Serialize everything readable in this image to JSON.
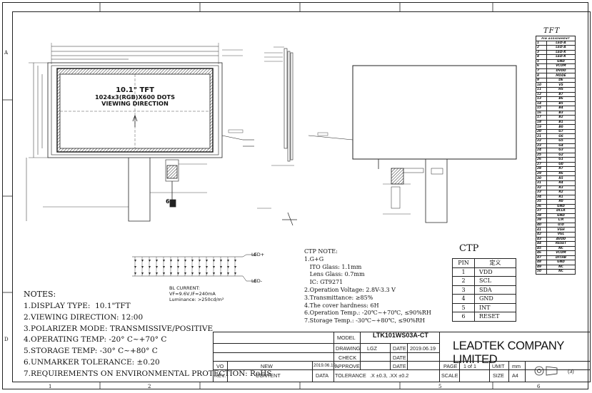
{
  "zones": {
    "left": [
      "A",
      "D"
    ],
    "bottom": [
      "1",
      "2",
      "5",
      "6"
    ]
  },
  "tft": {
    "title": "TFT",
    "header": "PIN ASSIGNMENT",
    "pins": [
      {
        "n": "1",
        "s": "LED-A"
      },
      {
        "n": "2",
        "s": "LED-A"
      },
      {
        "n": "3",
        "s": "LED-K"
      },
      {
        "n": "4",
        "s": "LED-K"
      },
      {
        "n": "5",
        "s": "GND"
      },
      {
        "n": "6",
        "s": "VCOM"
      },
      {
        "n": "7",
        "s": "DVDD"
      },
      {
        "n": "8",
        "s": "MODE"
      },
      {
        "n": "9",
        "s": "DE"
      },
      {
        "n": "10",
        "s": "VS"
      },
      {
        "n": "11",
        "s": "HS"
      },
      {
        "n": "12",
        "s": "B7"
      },
      {
        "n": "13",
        "s": "B6"
      },
      {
        "n": "14",
        "s": "B5"
      },
      {
        "n": "15",
        "s": "B4"
      },
      {
        "n": "16",
        "s": "B3"
      },
      {
        "n": "17",
        "s": "B2"
      },
      {
        "n": "18",
        "s": "B1"
      },
      {
        "n": "19",
        "s": "B0"
      },
      {
        "n": "20",
        "s": "G7"
      },
      {
        "n": "21",
        "s": "G6"
      },
      {
        "n": "22",
        "s": "G5"
      },
      {
        "n": "23",
        "s": "G4"
      },
      {
        "n": "24",
        "s": "G3"
      },
      {
        "n": "25",
        "s": "G2"
      },
      {
        "n": "26",
        "s": "G1"
      },
      {
        "n": "27",
        "s": "G0"
      },
      {
        "n": "28",
        "s": "R7"
      },
      {
        "n": "29",
        "s": "R6"
      },
      {
        "n": "30",
        "s": "R5"
      },
      {
        "n": "31",
        "s": "R4"
      },
      {
        "n": "32",
        "s": "R3"
      },
      {
        "n": "33",
        "s": "R2"
      },
      {
        "n": "34",
        "s": "R1"
      },
      {
        "n": "35",
        "s": "R0"
      },
      {
        "n": "36",
        "s": "GND"
      },
      {
        "n": "37",
        "s": "DCLK"
      },
      {
        "n": "38",
        "s": "GND"
      },
      {
        "n": "39",
        "s": "L/R"
      },
      {
        "n": "40",
        "s": "U/D"
      },
      {
        "n": "41",
        "s": "VGH"
      },
      {
        "n": "42",
        "s": "VGL"
      },
      {
        "n": "43",
        "s": "AVDD"
      },
      {
        "n": "44",
        "s": "RESET"
      },
      {
        "n": "45",
        "s": "NC"
      },
      {
        "n": "46",
        "s": "VCOM"
      },
      {
        "n": "47",
        "s": "DITHB"
      },
      {
        "n": "48",
        "s": "GND"
      },
      {
        "n": "49",
        "s": "NC"
      },
      {
        "n": "50",
        "s": "NC"
      }
    ]
  },
  "ctp": {
    "title": "CTP",
    "head_pin": "PIN",
    "head_def": "定义",
    "pins": [
      {
        "n": "1",
        "s": "VDD"
      },
      {
        "n": "2",
        "s": "SCL"
      },
      {
        "n": "3",
        "s": "SDA"
      },
      {
        "n": "4",
        "s": "GND"
      },
      {
        "n": "5",
        "s": "INT"
      },
      {
        "n": "6",
        "s": "RESET"
      }
    ],
    "note": "CTP NOTE:\n1.G+G\n   ITO Glass: 1.1mm\n   Lens Glass: 0.7mm\n   IC: GT9271\n2.Operation Voltage: 2.8V-3.3 V\n3.Transmittance: ≥85%\n4.The cover hardness: 6H\n6.Operation Temp.: -20℃~+70℃, ≤90%RH\n7.Storage Temp.: -30℃~+80℃, ≤90%RH"
  },
  "drawing": {
    "line1": "10.1\" TFT",
    "line2": "1024x3(RGB)X600 DOTS",
    "line3": "VIEWING DIRECTION",
    "pin_label": "6"
  },
  "backlight": {
    "text": "BL CURRENT:\nVF=9.6V,IF=240mA\nLuminance: >250cd/m²",
    "led_plus": "LED+",
    "led_minus": "LED-"
  },
  "notes": {
    "title": "NOTES:",
    "body": "1.DISPLAY TYPE:  10.1\"TFT\n2.VIEWING DIRECTION: 12:00\n3.POLARIZER MODE: TRANSMISSIVE/POSITIVE\n4.OPERATING TEMP: -20° C~+70° C\n5.STORAGE TEMP: -30° C~+80° C\n6.UNMARKER TOLERANCE: ±0.20\n7.REQUIREMENTS ON ENVIRONMENTAL PROTECTION: RoHS"
  },
  "titleblock": {
    "model_label": "MODEL",
    "model_value": "LTK101WS03A-CT",
    "drawing_label": "DRAWING",
    "drawing_value": "LGZ",
    "date_label": "DATE",
    "date_value": "2019.06.19",
    "check_label": "CHECK",
    "vo_label": "VO",
    "vo_value": "NEW",
    "approve_date": "2019.06.19",
    "approve_label": "APPROVE",
    "rev_label": "REV.",
    "content_label": "CONTENT",
    "data_label": "DATA",
    "tolerance_label": "TOLERANCE",
    "tolerance_value": ".X ±0.3, .XX ±0.2",
    "scale_label": "SCALE",
    "page_label": "PAGE",
    "page_value": "1 of 1",
    "unit_label": "UMIT",
    "unit_value": "mm",
    "size_label": "SIZE",
    "size_value": "A4",
    "company": "LEADTEK COMPANY LIMITED",
    "projection": "(3)"
  }
}
